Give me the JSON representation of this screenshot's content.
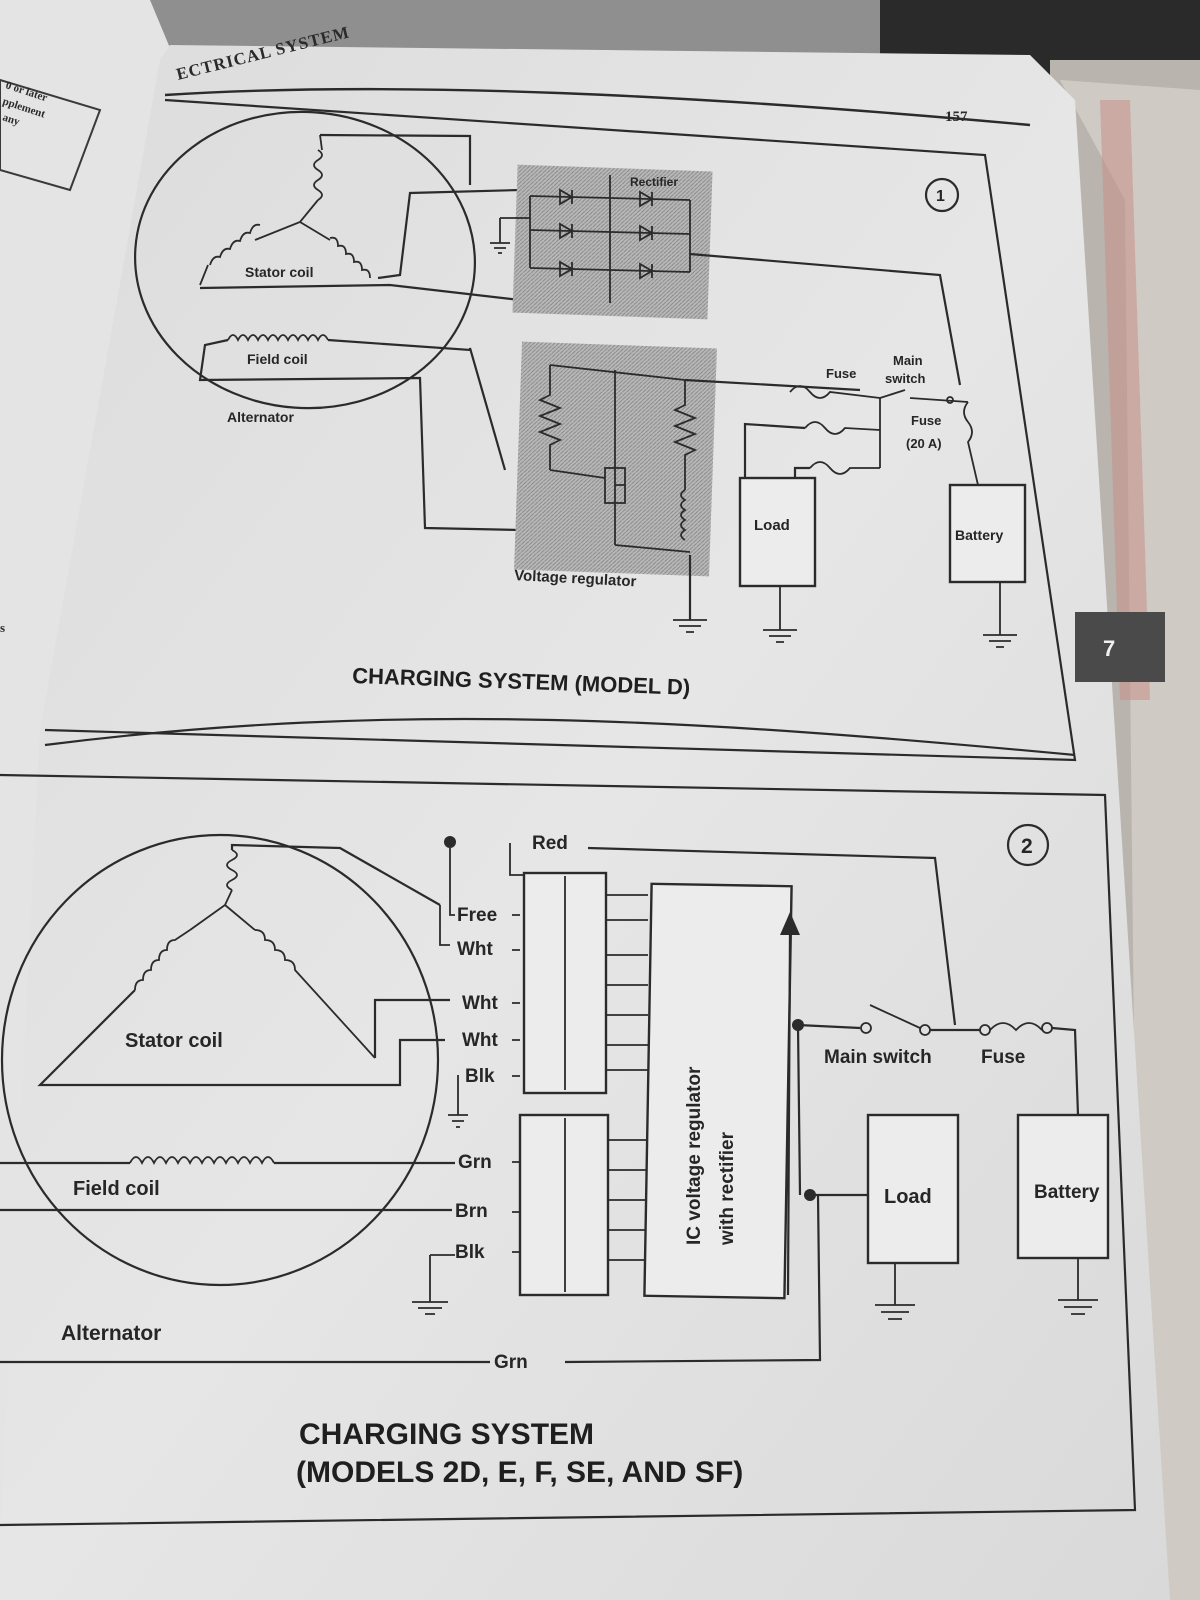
{
  "page": {
    "header": "ECTRICAL SYSTEM",
    "page_number": "157",
    "chapter_tab": "7",
    "left_page_text": [
      "0 or later",
      "pplement",
      "any"
    ],
    "left_margin_letter": "s"
  },
  "diagram1": {
    "number": "1",
    "title": "CHARGING SYSTEM (MODEL D)",
    "labels": {
      "stator_coil": "Stator coil",
      "field_coil": "Field coil",
      "alternator": "Alternator",
      "rectifier": "Rectifier",
      "voltage_regulator": "Voltage regulator",
      "fuse": "Fuse",
      "main": "Main",
      "switch": "switch",
      "fuse_20": "Fuse",
      "amps": "(20 A)",
      "load": "Load",
      "battery": "Battery"
    }
  },
  "diagram2": {
    "number": "2",
    "title_line1": "CHARGING SYSTEM",
    "title_line2": "(MODELS 2D, E, F, SE, AND SF)",
    "labels": {
      "stator_coil": "Stator coil",
      "field_coil": "Field coil",
      "alternator": "Alternator",
      "red": "Red",
      "free": "Free",
      "wht1": "Wht",
      "wht2": "Wht",
      "wht3": "Wht",
      "blk1": "Blk",
      "grn1": "Grn",
      "brn": "Brn",
      "blk2": "Blk",
      "grn_bottom": "Grn",
      "ic_line1": "IC voltage regulator",
      "ic_line2": "with rectifier",
      "main_switch": "Main switch",
      "fuse": "Fuse",
      "load": "Load",
      "battery": "Battery"
    }
  }
}
